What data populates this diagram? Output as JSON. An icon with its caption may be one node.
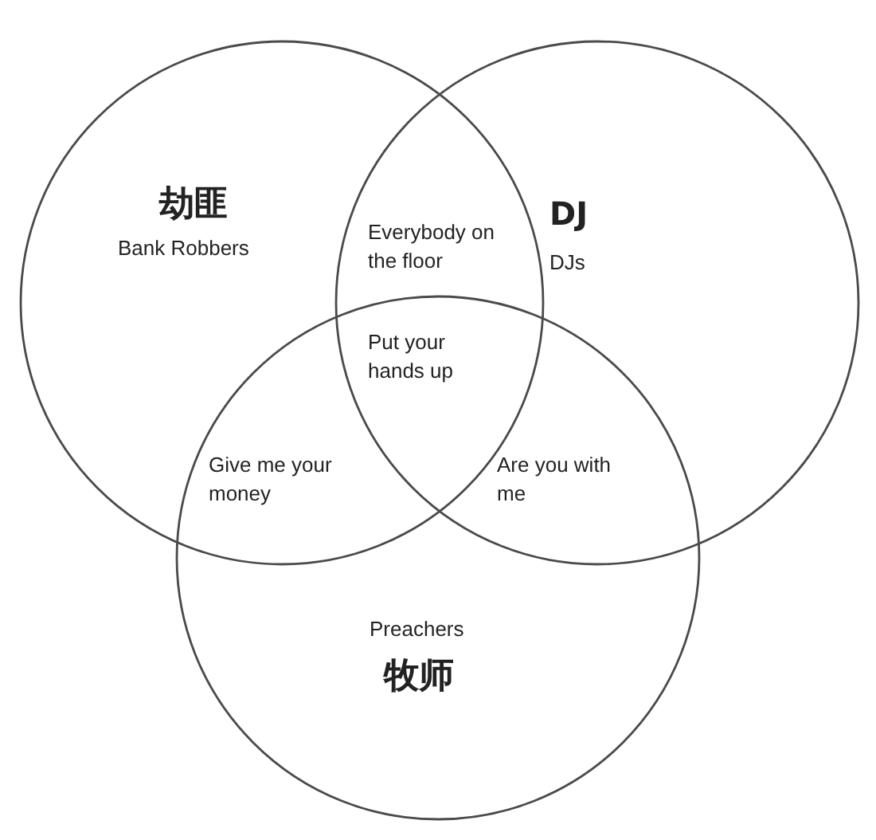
{
  "diagram": {
    "nodes": [
      {
        "text": [
          "劫匪",
          "Bank Robbers"
        ]
      },
      {
        "text": [
          "DJ",
          "DJs"
        ]
      },
      {
        "text": [
          "Preachers",
          "牧师"
        ]
      }
    ],
    "labels": [
      "Everybody on the floor",
      "Put your hands up",
      "Give me your money",
      "Are you with me"
    ]
  }
}
